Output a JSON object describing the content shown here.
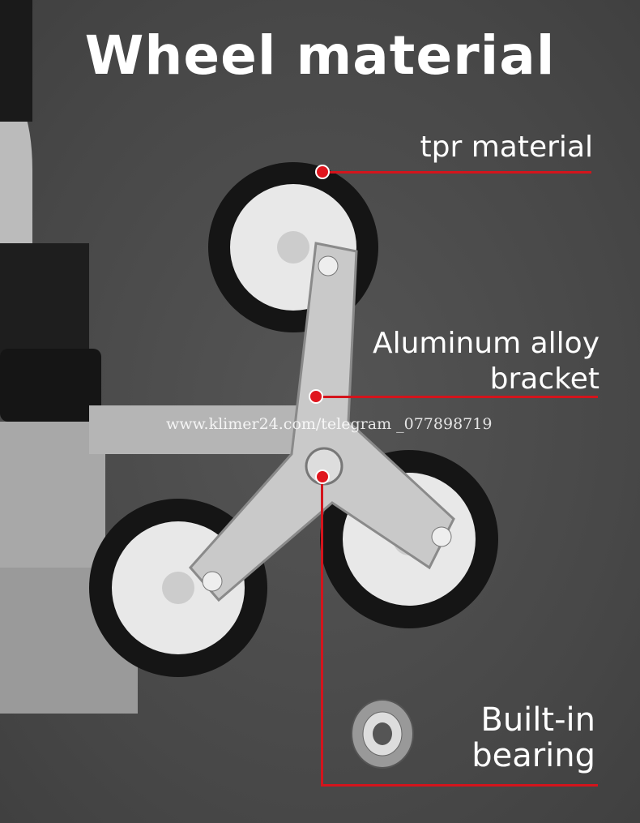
{
  "title": "Wheel material",
  "callouts": [
    {
      "label": "tpr material"
    },
    {
      "label_line1": "Aluminum alloy",
      "label_line2": "bracket"
    },
    {
      "label_line1": "Built-in",
      "label_line2": "bearing"
    }
  ],
  "watermark": "www.klimer24.com/telegram _077898719",
  "colors": {
    "accent": "#d4141c",
    "background": "#4b4b4b"
  }
}
